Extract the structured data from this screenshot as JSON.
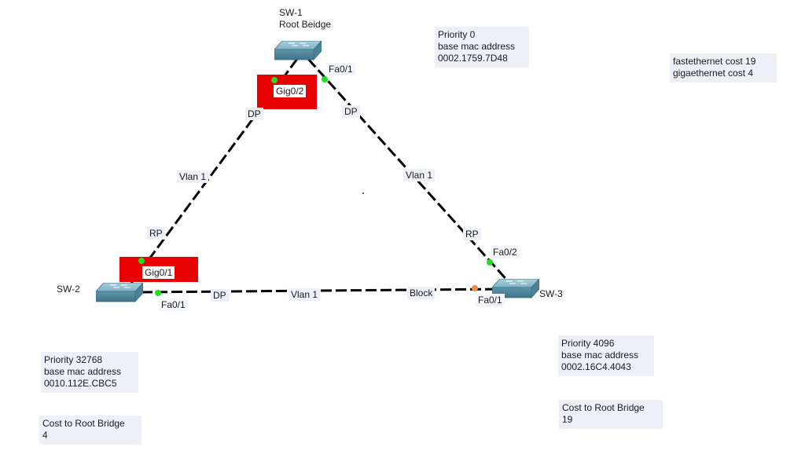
{
  "switches": {
    "sw1": {
      "name": "SW-1",
      "role": "Root Beidge",
      "icon": "switch-icon"
    },
    "sw2": {
      "name": "SW-2",
      "icon": "switch-icon"
    },
    "sw3": {
      "name": "SW-3",
      "icon": "switch-icon"
    }
  },
  "notes": {
    "sw1": {
      "priority": "Priority 0",
      "mac_label": "base mac address",
      "mac": "0002.1759.7D48"
    },
    "costs": {
      "fastethernet": "fastethernet cost 19",
      "gigaethernet": "gigaethernet cost 4"
    },
    "sw2": {
      "priority": "Priority 32768",
      "mac_label": "base mac address",
      "mac": "0010.112E.CBC5",
      "cost_label": "Cost to Root Bridge",
      "cost_value": "4"
    },
    "sw3": {
      "priority": "Priority 4096",
      "mac_label": "base mac address",
      "mac": "0002.16C4.4043",
      "cost_label": "Cost to Root Bridge",
      "cost_value": "19"
    }
  },
  "links": {
    "sw1_sw2": {
      "vlan": "Vlan 1",
      "sw1_port": "Gig0/2",
      "sw1_role": "DP",
      "sw2_port": "Gig0/1",
      "sw2_role": "RP"
    },
    "sw1_sw3": {
      "vlan": "Vlan 1",
      "sw1_port": "Fa0/1",
      "sw1_role": "DP",
      "sw3_port": "Fa0/2",
      "sw3_role": "RP"
    },
    "sw2_sw3": {
      "vlan": "Vlan 1",
      "sw2_port": "Fa0/1",
      "sw2_role": "DP",
      "sw3_port": "Fa0/1",
      "sw3_role": "Block"
    }
  },
  "colors": {
    "highlight": "#e60000",
    "link_up": "#22dd22",
    "link_blocked": "#f08a4b",
    "switch_body": "#6fa3b8"
  }
}
